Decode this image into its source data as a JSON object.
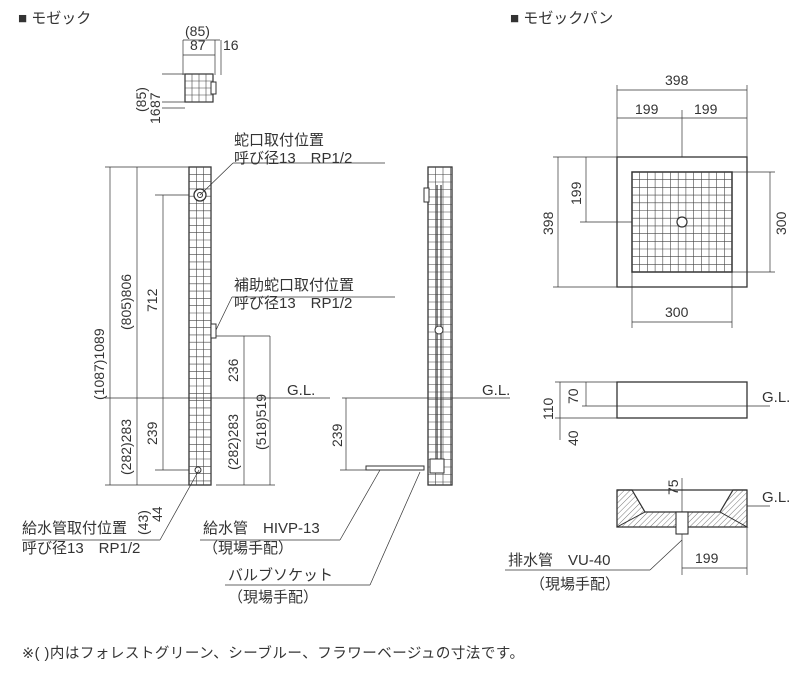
{
  "sections": {
    "left_title": "■ モゼック",
    "right_title": "■ モゼックパン"
  },
  "top_view": {
    "dim_85": "(85)",
    "dim_87": "87",
    "dim_16": "16",
    "side_85": "(85)",
    "side_87": "87",
    "side_16": "16"
  },
  "column": {
    "faucet_label_1": "蛇口取付位置",
    "faucet_label_2": "呼び径13　RP1/2",
    "aux_label_1": "補助蛇口取付位置",
    "aux_label_2": "呼び径13　RP1/2",
    "dim_total": "(1087)1089",
    "dim_upper": "(805)806",
    "dim_712": "712",
    "dim_lower": "(282)283",
    "dim_239": "239",
    "dim_236": "236",
    "dim_283b": "(282)283",
    "dim_519": "(518)519",
    "dim_43": "(43)",
    "dim_44": "44",
    "gl_left": "G.L.",
    "gl_right": "G.L.",
    "dim_239_side": "239",
    "supply_pos_1": "給水管取付位置",
    "supply_pos_2": "呼び径13　RP1/2",
    "supply_pipe_1": "給水管　HIVP-13",
    "supply_pipe_2": "（現場手配）",
    "socket_1": "バルブソケット",
    "socket_2": "（現場手配）"
  },
  "pan": {
    "dim_398_top": "398",
    "dim_199_a": "199",
    "dim_199_b": "199",
    "dim_398_side": "398",
    "dim_199_side": "199",
    "dim_300_side": "300",
    "dim_300_bottom": "300",
    "dim_110": "110",
    "dim_70": "70",
    "dim_40": "40",
    "gl_1": "G.L.",
    "dim_75": "75",
    "gl_2": "G.L.",
    "drain_1": "排水管　VU-40",
    "drain_2": "（現場手配）",
    "dim_199_drain": "199"
  },
  "footnote": "※( )内はフォレストグリーン、シーブルー、フラワーベージュの寸法です。"
}
